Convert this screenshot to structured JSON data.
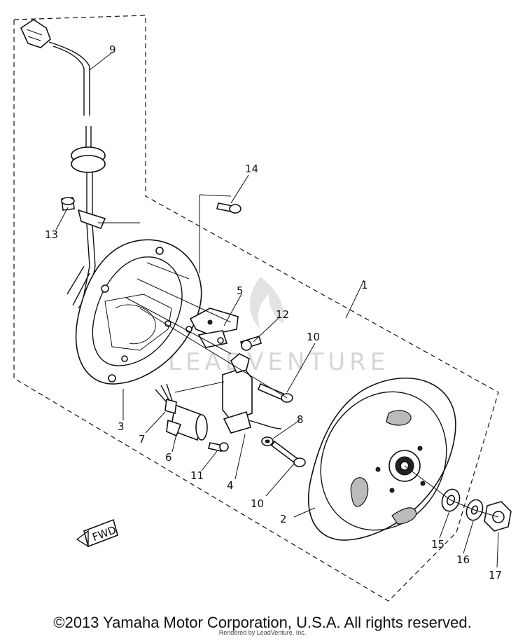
{
  "diagram": {
    "watermark": "LEADVENTURE",
    "direction_badge": "FWD",
    "callouts": {
      "c1": "1",
      "c2": "2",
      "c3": "3",
      "c4": "4",
      "c5": "5",
      "c6": "6",
      "c7": "7",
      "c8": "8",
      "c9": "9",
      "c10a": "10",
      "c10b": "10",
      "c11": "11",
      "c12": "12",
      "c13": "13",
      "c14": "14",
      "c15": "15",
      "c16": "16",
      "c17": "17"
    }
  },
  "footer": {
    "copyright": "©2013 Yamaha Motor Corporation, U.S.A. All rights reserved.",
    "credit": "Rendered by LeadVenture, Inc."
  }
}
